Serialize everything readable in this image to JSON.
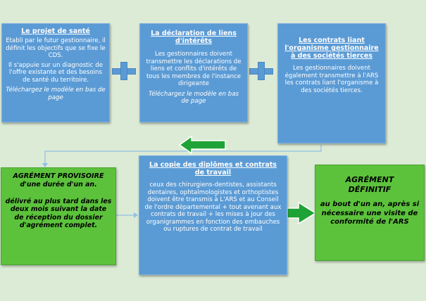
{
  "boxes": {
    "projet": {
      "title": "Le projet de santé",
      "p1": "Etabli par le futur gestionnaire, il définit les objectifs que se fixe le CDS.",
      "p2": "Il s'appuie sur un diagnostic de l'offre existante et des besoins de santé du territoire.",
      "note": "Téléchargez le modèle en bas de page"
    },
    "declaration": {
      "title": "La déclaration de liens d'intérêts",
      "p1": "Les gestionnaires doivent transmettre les déclarations de liens et conflits d'intérêts de tous les membres de l'instance dirigeante",
      "note": "Téléchargez le modèle en bas de page"
    },
    "contrats": {
      "title": "Les contrats liant l'organisme gestionnaire à des sociétés tierces",
      "p1": "Les gestionnaires doivent également transmettre à l'ARS les contrats liant l'organisme à des sociétés tierces."
    },
    "diplomes": {
      "title": "La copie des diplômes et contrats de travail",
      "p1": "ceux des chirurgiens-dentistes, assistants dentaires, ophtalmologistes et orthoptistes doivent être transmis à L'ARS et au Conseil de l'ordre départemental + tout avenant aux contrats de travail + les mises à jour des organigrammes en fonction des embauches ou ruptures de contrat de travail"
    },
    "provisoire": {
      "line1": "AGRÉMENT PROVISOIRE",
      "line2": "d'une durée d'un an.",
      "line3": "délivré au plus tard dans les deux mois suivant la date de réception du dossier d'agrément complet."
    },
    "definitif": {
      "title": "AGRÉMENT DÉFINITIF",
      "text": "au bout d'un an, après si nécessaire une visite de conformité de l'ARS"
    }
  },
  "colors": {
    "background": "#dcebd6",
    "box_blue": "#5b9bd5",
    "box_green": "#5cc23c",
    "arrow_green": "#1fa336",
    "connector": "#8fbfe6"
  },
  "icons": [
    "plus-icon",
    "plus-icon",
    "arrow-left-icon",
    "arrow-right-icon"
  ]
}
